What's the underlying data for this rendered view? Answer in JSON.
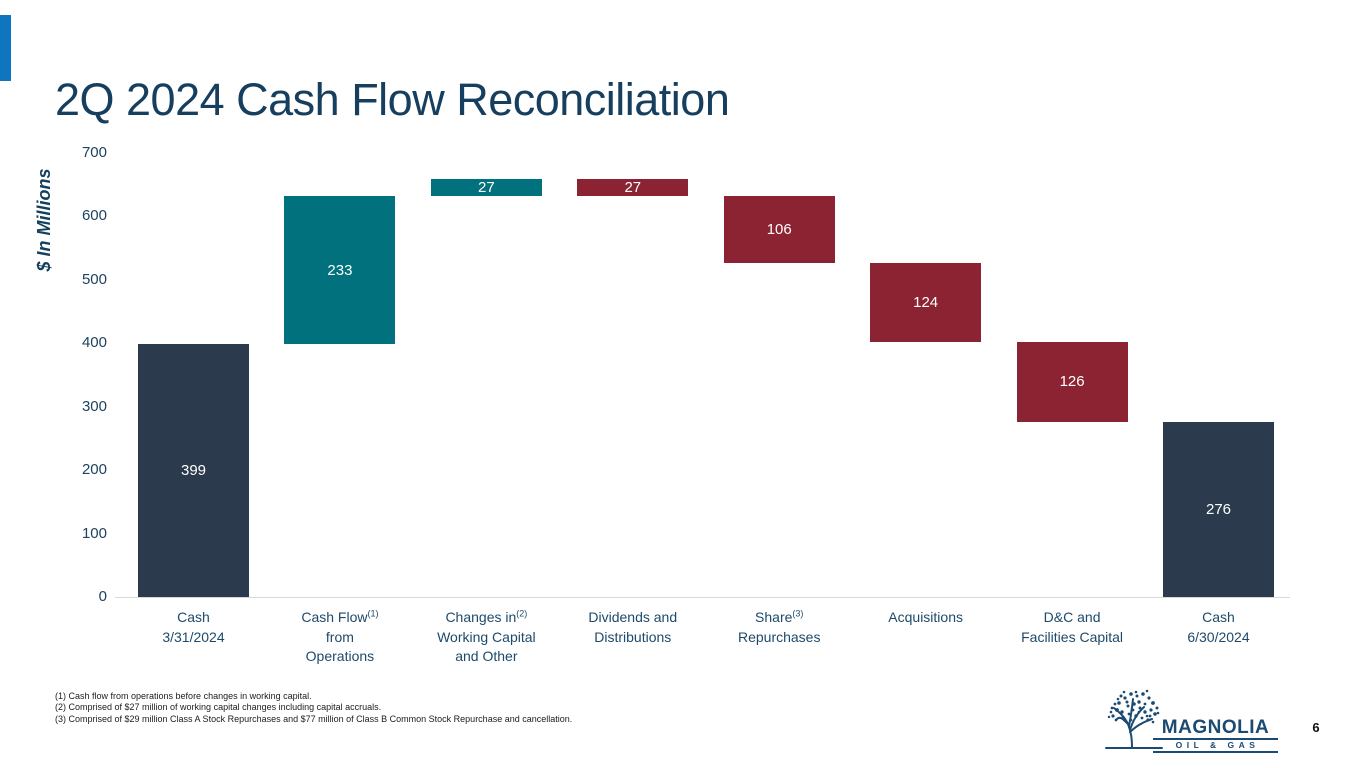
{
  "slide": {
    "title": "2Q 2024 Cash Flow Reconciliation",
    "page_number": "6",
    "accent_color": "#0e76bd"
  },
  "chart_data": {
    "type": "bar",
    "subtype": "waterfall",
    "title": "2Q 2024 Cash Flow Reconciliation",
    "xlabel": "",
    "ylabel": "$ In Millions",
    "ylim": [
      0,
      700
    ],
    "yticks": [
      0,
      100,
      200,
      300,
      400,
      500,
      600,
      700
    ],
    "grid": false,
    "legend": "none",
    "colors": {
      "total": "#2b3b4d",
      "increase": "#01717d",
      "decrease": "#8c2332"
    },
    "columns": [
      {
        "label_lines": [
          "Cash",
          "3/31/2024"
        ],
        "sup": "",
        "kind": "total",
        "value": 399,
        "from": 0,
        "to": 399
      },
      {
        "label_lines": [
          "Cash Flow",
          "from",
          "Operations"
        ],
        "sup": "(1)",
        "kind": "increase",
        "value": 233,
        "from": 399,
        "to": 632
      },
      {
        "label_lines": [
          "Changes in",
          "Working Capital",
          "and Other"
        ],
        "sup": "(2)",
        "kind": "increase",
        "value": 27,
        "from": 632,
        "to": 659
      },
      {
        "label_lines": [
          "Dividends and",
          "Distributions"
        ],
        "sup": "",
        "kind": "decrease",
        "value": 27,
        "from": 659,
        "to": 632
      },
      {
        "label_lines": [
          "Share",
          "Repurchases"
        ],
        "sup": "(3)",
        "kind": "decrease",
        "value": 106,
        "from": 632,
        "to": 526
      },
      {
        "label_lines": [
          "Acquisitions"
        ],
        "sup": "",
        "kind": "decrease",
        "value": 124,
        "from": 526,
        "to": 402
      },
      {
        "label_lines": [
          "D&C and",
          "Facilities Capital"
        ],
        "sup": "",
        "kind": "decrease",
        "value": 126,
        "from": 402,
        "to": 276
      },
      {
        "label_lines": [
          "Cash",
          "6/30/2024"
        ],
        "sup": "",
        "kind": "total",
        "value": 276,
        "from": 0,
        "to": 276
      }
    ]
  },
  "footnotes": [
    "(1) Cash flow from operations before changes in working capital.",
    "(2) Comprised of $27 million of working capital changes including capital accruals.",
    "(3) Comprised of $29 million Class A Stock Repurchases and $77 million of Class B Common Stock Repurchase and cancellation."
  ],
  "logo": {
    "name": "MAGNOLIA",
    "subtext": "OIL & GAS",
    "color": "#1b4a73"
  }
}
